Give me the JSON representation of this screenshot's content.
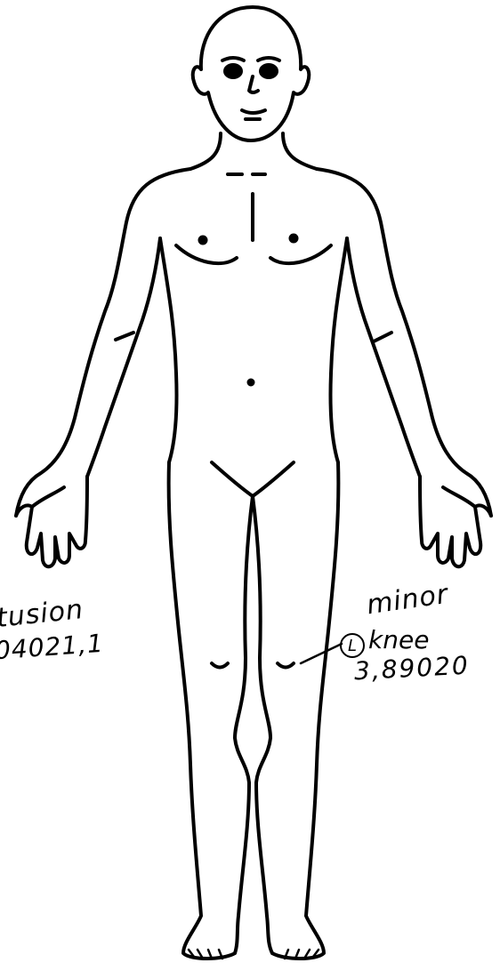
{
  "annotations": {
    "left": {
      "line1": "tusion",
      "line2": "04021,1"
    },
    "right": {
      "line1": "minor",
      "circled_letter": "L",
      "line2": "knee",
      "line3": "3,89020"
    }
  },
  "colors": {
    "ink": "#000000",
    "paper": "#ffffff"
  }
}
